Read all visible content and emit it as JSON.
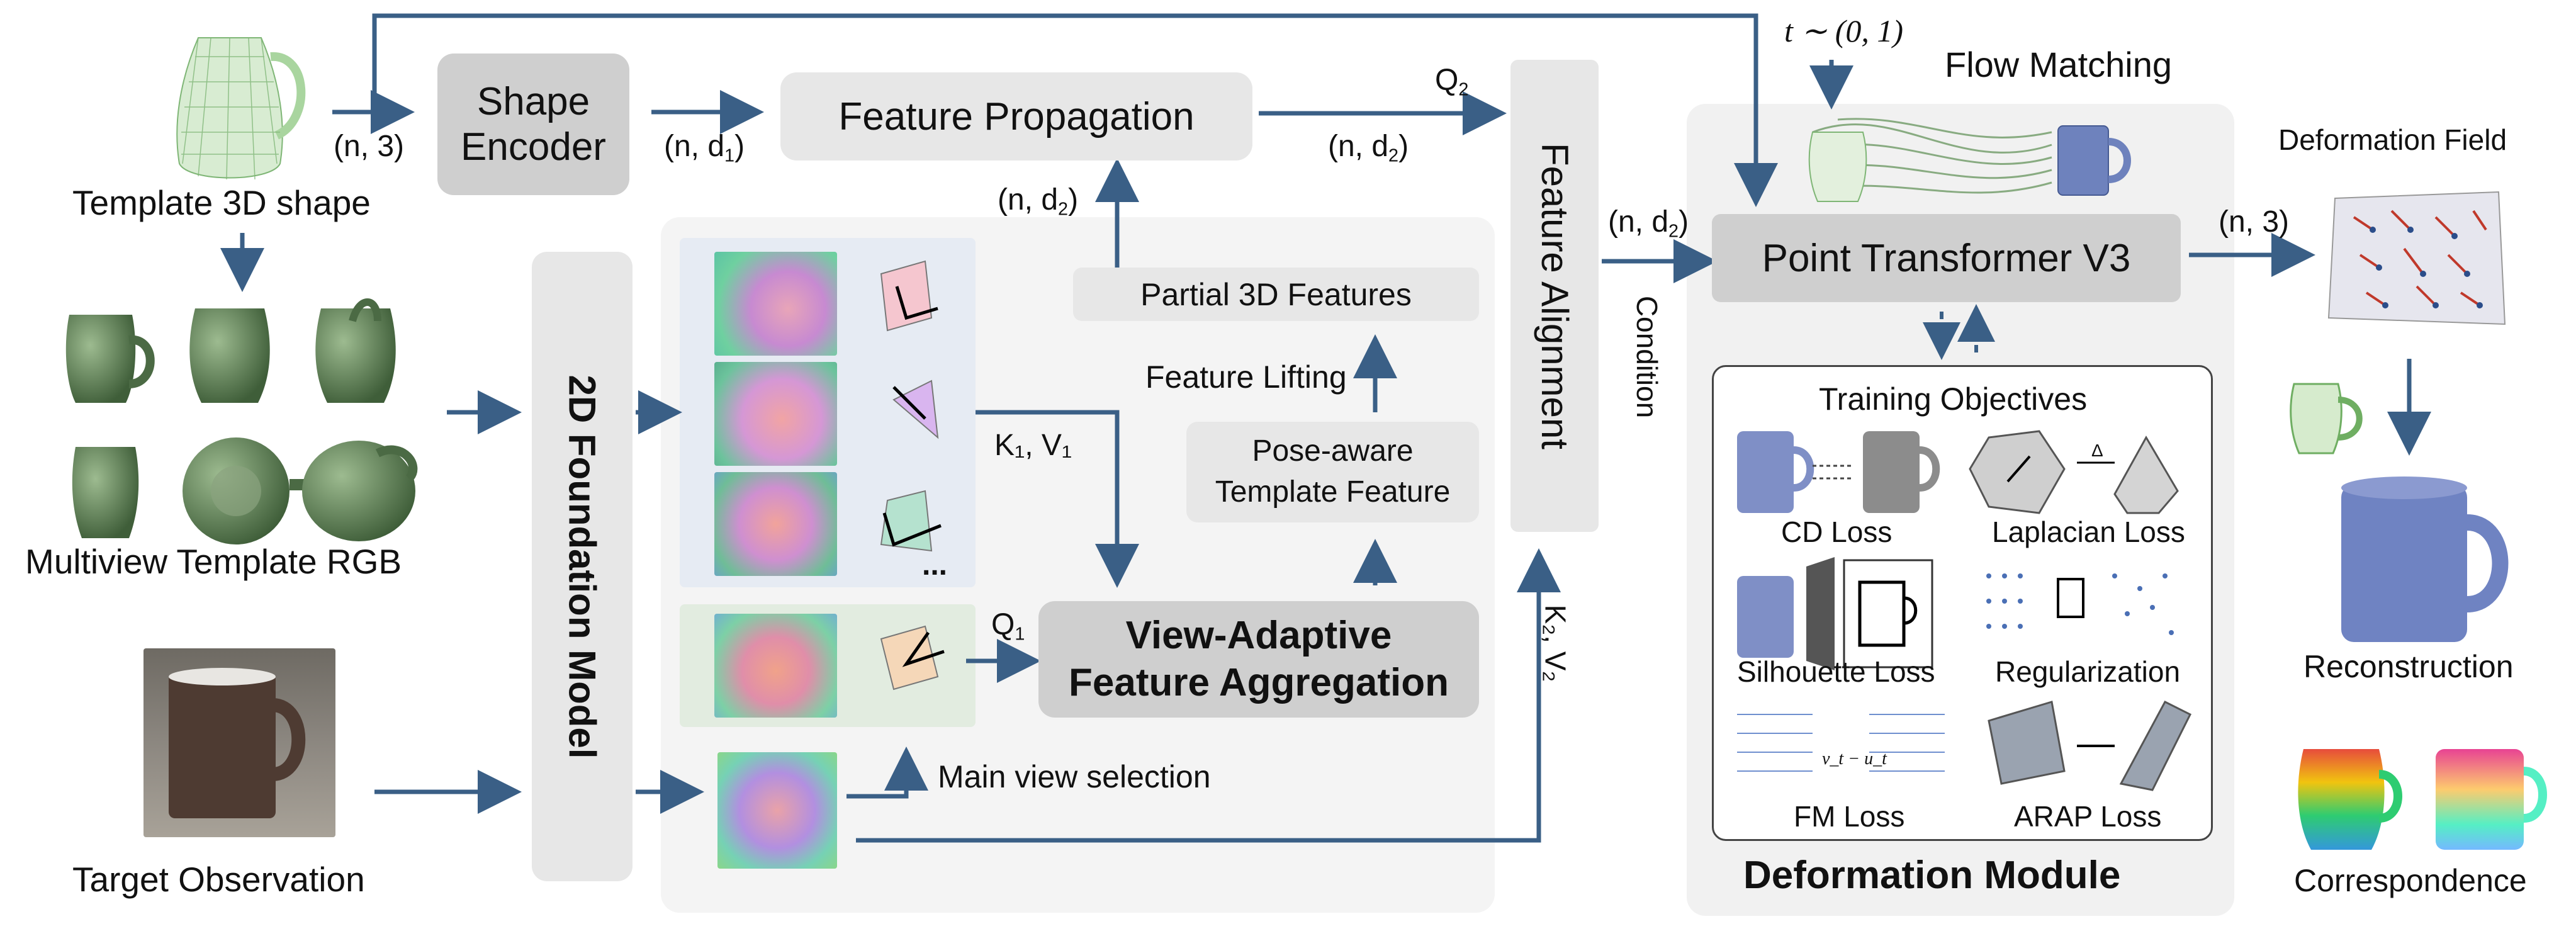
{
  "template_shape_label": "Template 3D shape",
  "multiview_label": "Multiview Template RGB",
  "target_label": "Target Observation",
  "shape_encoder_label_line1": "Shape",
  "shape_encoder_label_line2": "Encoder",
  "foundation_model_label": "2D Foundation Model",
  "feature_propagation_label": "Feature Propagation",
  "partial_3d_label": "Partial 3D Features",
  "feature_lifting_label": "Feature Lifting",
  "pose_aware_line1": "Pose-aware",
  "pose_aware_line2": "Template Feature",
  "view_adaptive_line1": "View-Adaptive",
  "view_adaptive_line2": "Feature Aggregation",
  "main_view_label": "Main view selection",
  "feature_alignment_label": "Feature Alignment",
  "condition_label": "Condition",
  "flow_matching_label": "Flow Matching",
  "t_label": "t ∼ (0, 1)",
  "point_transformer_label": "Point Transformer V3",
  "training_objectives_label": "Training Objectives",
  "loss_labels": {
    "cd": "CD Loss",
    "laplacian": "Laplacian Loss",
    "silhouette": "Silhouette Loss",
    "regularization": "Regularization",
    "fm": "FM Loss",
    "arap": "ARAP Loss"
  },
  "deformation_module_label": "Deformation Module",
  "deformation_field_label": "Deformation Field",
  "reconstruction_label": "Reconstruction",
  "correspondence_label": "Correspondence",
  "dims": {
    "n3_a": "(n, 3)",
    "nd1_base": "(n, d",
    "nd1_sub": "1",
    "nd2_base": "(n, d",
    "nd2_sub": "2",
    "close": ")",
    "n3_b": "(n, 3)"
  },
  "q2_base": "Q",
  "q2_sub": "2",
  "q1_base": "Q",
  "q1_sub": "1",
  "kv1_text": "K₁, V₁",
  "kv2_text": "K₂, V₂",
  "ellipsis": "...",
  "delta_symbol": "Δ",
  "fm_formula": "v_t − u_t",
  "colors": {
    "arrow": "#3a5f86",
    "mug_green": "#5e7f55",
    "mug_blue": "#5a6fae",
    "box_dark": "#cfcfcf",
    "box_light": "#e7e7e7",
    "panel_bg": "#f3f3f3"
  }
}
